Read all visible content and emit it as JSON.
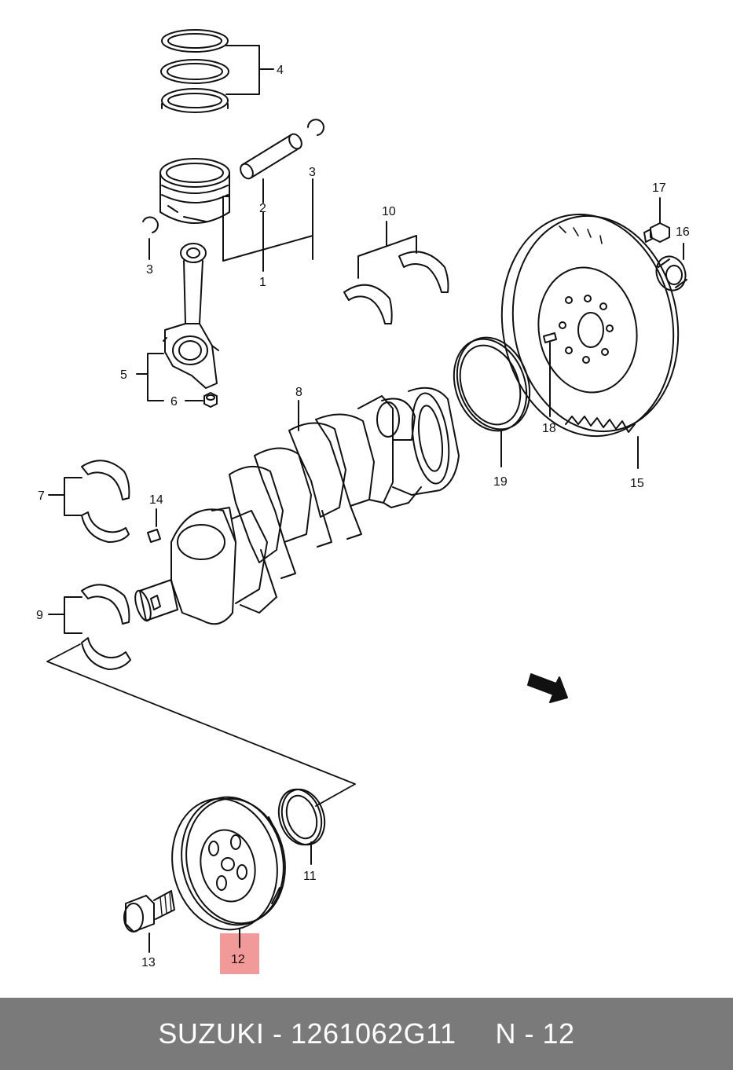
{
  "diagram": {
    "labels": {
      "p1": "1",
      "p2": "2",
      "p3a": "3",
      "p3b": "3",
      "p4": "4",
      "p5": "5",
      "p6": "6",
      "p7": "7",
      "p8": "8",
      "p9": "9",
      "p10": "10",
      "p11": "11",
      "p12": "12",
      "p13": "13",
      "p14": "14",
      "p15": "15",
      "p16": "16",
      "p17": "17",
      "p18": "18",
      "p19": "19"
    },
    "highlight_part": "12",
    "colors": {
      "line": "#111111",
      "highlight": "#f29a9a"
    }
  },
  "footer": {
    "brand": "SUZUKI",
    "separator": "-",
    "part_number": "1261062G11",
    "ref_prefix": "N",
    "ref_separator": "-",
    "ref_number": "12",
    "background": "#7a7a7a"
  }
}
